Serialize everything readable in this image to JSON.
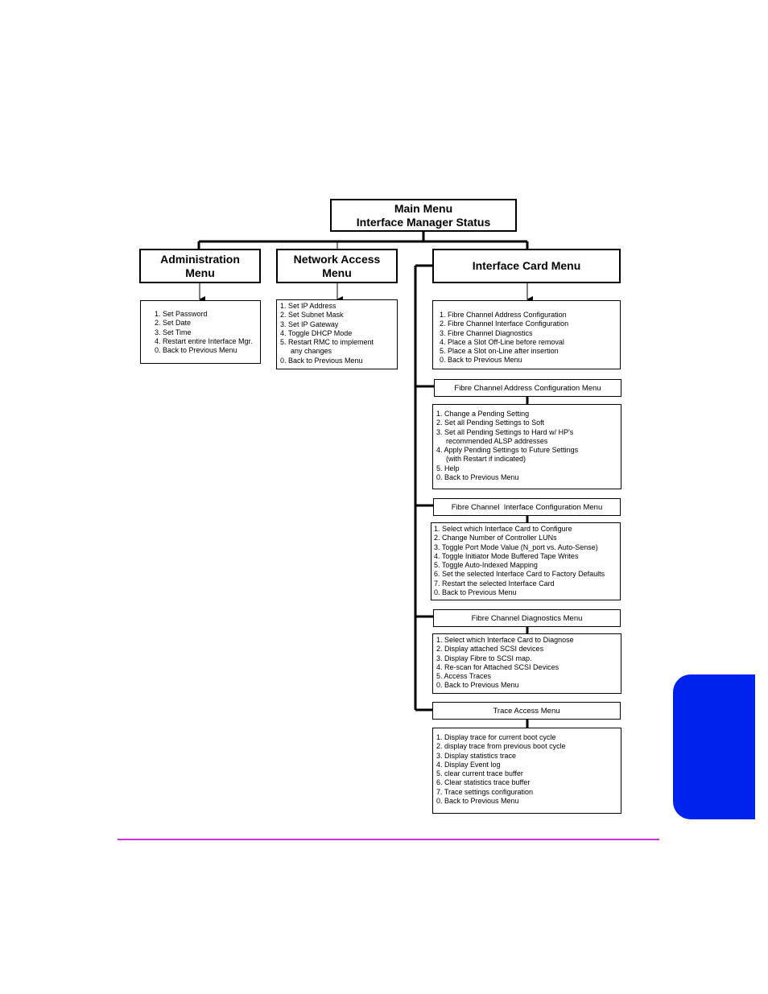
{
  "main": {
    "line1": "Main Menu",
    "line2": "Interface Manager Status"
  },
  "admin": {
    "title1": "Administration",
    "title2": "Menu",
    "items": [
      "1. Set Password",
      "2. Set Date",
      "3. Set Time",
      "4. Restart entire Interface Mgr.",
      "0. Back to Previous Menu"
    ]
  },
  "network": {
    "title1": "Network Access",
    "title2": "Menu",
    "items": [
      "1. Set IP Address",
      "2. Set Subnet Mask",
      "3. Set IP Gateway",
      "4. Toggle DHCP Mode",
      "5. Restart RMC to implement",
      "any changes",
      "0. Back to Previous Menu"
    ]
  },
  "card": {
    "title": "Interface Card Menu",
    "items": [
      "1. Fibre Channel Address Configuration",
      "2. Fibre Channel Interface Configuration",
      "3. Fibre Channel Diagnostics",
      "4. Place a Slot Off-Line before removal",
      "5. Place a Slot on-Line after insertion",
      "0. Back to Previous Menu"
    ]
  },
  "fc_address": {
    "title": "Fibre Channel Address Configuration Menu",
    "items": [
      "1. Change a Pending Setting",
      "2. Set all Pending Settings to Soft",
      "3. Set all Pending Settings to Hard w/ HP's",
      "recommended ALSP addresses",
      "4. Apply Pending Settings to Future Settings",
      "(with Restart if indicated)",
      "5. Help",
      "0. Back to Previous Menu"
    ]
  },
  "fc_interface": {
    "title": "Fibre Channel  Interface Configuration Menu",
    "items": [
      "1. Select which Interface Card to Configure",
      "2. Change Number of Controller LUNs",
      "3. Toggle Port Mode Value (N_port vs. Auto-Sense)",
      "4. Toggle Initiator Mode Buffered Tape Writes",
      "5. Toggle Auto-Indexed Mapping",
      "6. Set the selected Interface Card to Factory Defaults",
      "7. Restart the selected Interface Card",
      "0. Back to Previous Menu"
    ]
  },
  "fc_diag": {
    "title": "Fibre Channel Diagnostics Menu",
    "items": [
      "1. Select which Interface Card to Diagnose",
      "2. Display attached SCSI devices",
      "3. Display Fibre to SCSI map.",
      "4. Re-scan for Attached SCSI Devices",
      "5. Access Traces",
      "0. Back to Previous Menu"
    ]
  },
  "trace": {
    "title": "Trace Access Menu",
    "items": [
      "1. Display trace for current boot cycle",
      "2. display trace from previous boot cycle",
      "3. Display statistics trace",
      "4. Display Event log",
      "5. clear current trace buffer",
      "6. Clear statistics trace buffer",
      "7. Trace settings configuration",
      "0. Back to Previous Menu"
    ]
  },
  "colors": {
    "tab": "#0022ee",
    "rule": "#cc33dd"
  }
}
